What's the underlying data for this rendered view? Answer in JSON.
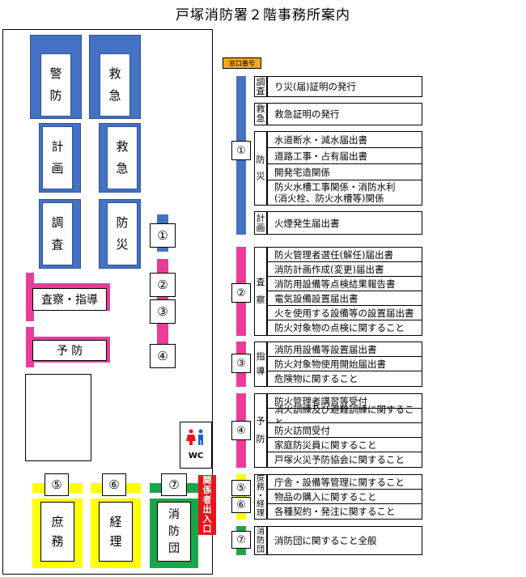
{
  "title": "戸塚消防署２階事務所案内",
  "window_number_label": "窓口番号",
  "desks": {
    "keibo": "警\n防",
    "kyukyu1": "救\n急",
    "keikaku": "計\n画",
    "kyukyu2": "救\n急",
    "chosa": "調\n査",
    "bosai": "防\n災",
    "sasatsu": "査察・指導",
    "yobo": "予 防",
    "shomu": "庶\n務",
    "keiri": "経\n理",
    "shobodan": "消\n防\n団"
  },
  "counters": {
    "c1": "①",
    "c2": "②",
    "c3": "③",
    "c4": "④",
    "c5": "⑤",
    "c6": "⑥",
    "c7": "⑦"
  },
  "wc_label": "WC",
  "entrance_label": "関\n係\n者\n出\n入\n口",
  "guide": {
    "chosa_cat": "調\n査",
    "chosa_row": "り災(届)証明の発行",
    "kyukyu_cat": "救\n急",
    "kyukyu_row": "救急証明の発行",
    "one": "①",
    "bosai_cat": "防\n災",
    "bosai_rows": [
      "水道断水・減水届出書",
      "道路工事・占有届出書",
      "開発宅造関係",
      "防火水槽工事関係・消防水利\n(消火栓、防火水槽等)関係"
    ],
    "keikaku_cat": "計\n画",
    "keikaku_row": "火煙発生届出書",
    "two": "②",
    "sasatsu_cat": "査\n察",
    "sasatsu_rows": [
      "防火管理者選任(解任)届出書",
      "消防計画作成(変更)届出書",
      "消防用設備等点検結果報告書",
      "電気設備設置届出書",
      "火を使用する設備等の設置届出書",
      "防火対象物の点検に関すること"
    ],
    "three": "③",
    "shido_cat": "指\n導",
    "shido_rows": [
      "消防用設備等設置届出書",
      "防火対象物使用開始届出書",
      "危険物に関すること"
    ],
    "four": "④",
    "yobo_cat": "予\n防",
    "yobo_rows": [
      "防火管理者講習等受付",
      "消火訓練及び避難訓練に関すること",
      "防火訪問受付",
      "家庭防災員に関すること",
      "戸塚火災予防協会に関すること"
    ],
    "five": "⑤",
    "six": "⑥",
    "shomu_cat": "庶\n務\n・\n経\n理",
    "shomu_rows": [
      "庁舎・設備等管理に関すること",
      "物品の購入に関すること",
      "各種契約・発注に関すること"
    ],
    "seven": "⑦",
    "shobodan_cat": "消\n防\n団",
    "shobodan_row": "消防団に関すること全般"
  },
  "colors": {
    "blue": "#4472c4",
    "pink": "#ec3b98",
    "yellow": "#ffff00",
    "green": "#1aa64a",
    "red": "#e8141a",
    "orange": "#f5a623"
  }
}
